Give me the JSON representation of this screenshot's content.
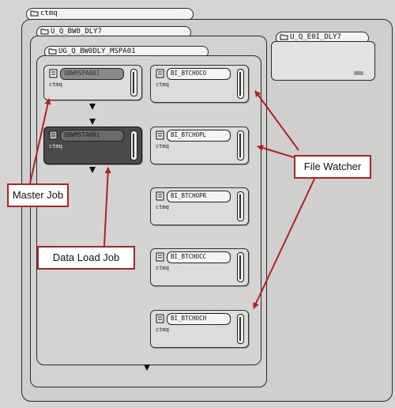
{
  "window": {
    "title": "ctmq"
  },
  "folder": {
    "label": "U_Q_BW0_DLY7"
  },
  "subfolder": {
    "label": "UG_Q_BW0DLY_MSPA01"
  },
  "side_folder": {
    "label": "U_Q_E0I_DLY7"
  },
  "host": "ctmq",
  "jobs": {
    "master": {
      "name": "QBWMSPA001",
      "host": "ctmq"
    },
    "load": {
      "name": "QBWMSTA001",
      "host": "ctmq"
    },
    "w1": {
      "name": "BI_BTCHOCO",
      "host": "ctmq"
    },
    "w2": {
      "name": "BI_BTCHOPL",
      "host": "ctmq"
    },
    "w3": {
      "name": "BI_BTCHOPR",
      "host": "ctmq"
    },
    "w4": {
      "name": "BI_BTCHOCC",
      "host": "ctmq"
    },
    "w5": {
      "name": "BI_BTCHOCH",
      "host": "ctmq"
    }
  },
  "callouts": {
    "master": "Master Job",
    "load": "Data Load Job",
    "watcher": "File Watcher"
  },
  "colors": {
    "accent": "#b22222",
    "dark_job": "#4a4a48"
  },
  "icons": [
    "folder-icon",
    "job-icon",
    "expand-arrow-icon"
  ]
}
